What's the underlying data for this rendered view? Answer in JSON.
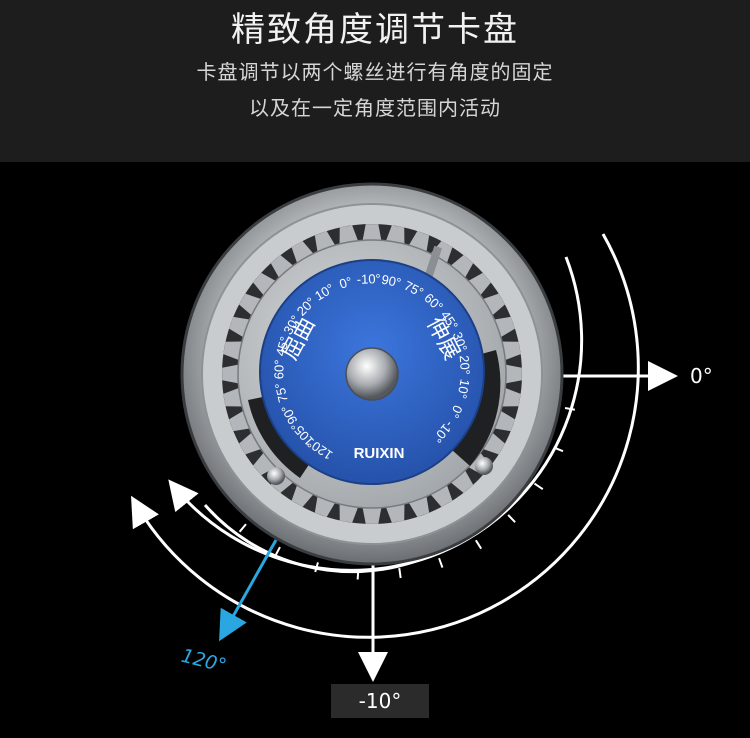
{
  "header": {
    "title": "精致角度调节卡盘",
    "subtitle_line1": "卡盘调节以两个螺丝进行有角度的固定",
    "subtitle_line2": "以及在一定角度范围内活动"
  },
  "dial": {
    "brand": "RUIXIN",
    "left_word": "屈曲",
    "right_word": "伸展",
    "left_ticks": [
      "-10°",
      "0°",
      "10°",
      "20°",
      "30°",
      "45°",
      "60°",
      "75°",
      "90°",
      "105°",
      "120°"
    ],
    "right_ticks": [
      "90°",
      "75°",
      "60°",
      "45°",
      "30°",
      "20°",
      "10°",
      "0°",
      "-10°"
    ]
  },
  "callouts": {
    "zero": "0°",
    "minus_ten": "-10°",
    "one_twenty": "120°"
  },
  "colors": {
    "dial_blue": "#2f63c7",
    "accent_cyan": "#2aa7e0",
    "metal": "#b9bcbe"
  }
}
